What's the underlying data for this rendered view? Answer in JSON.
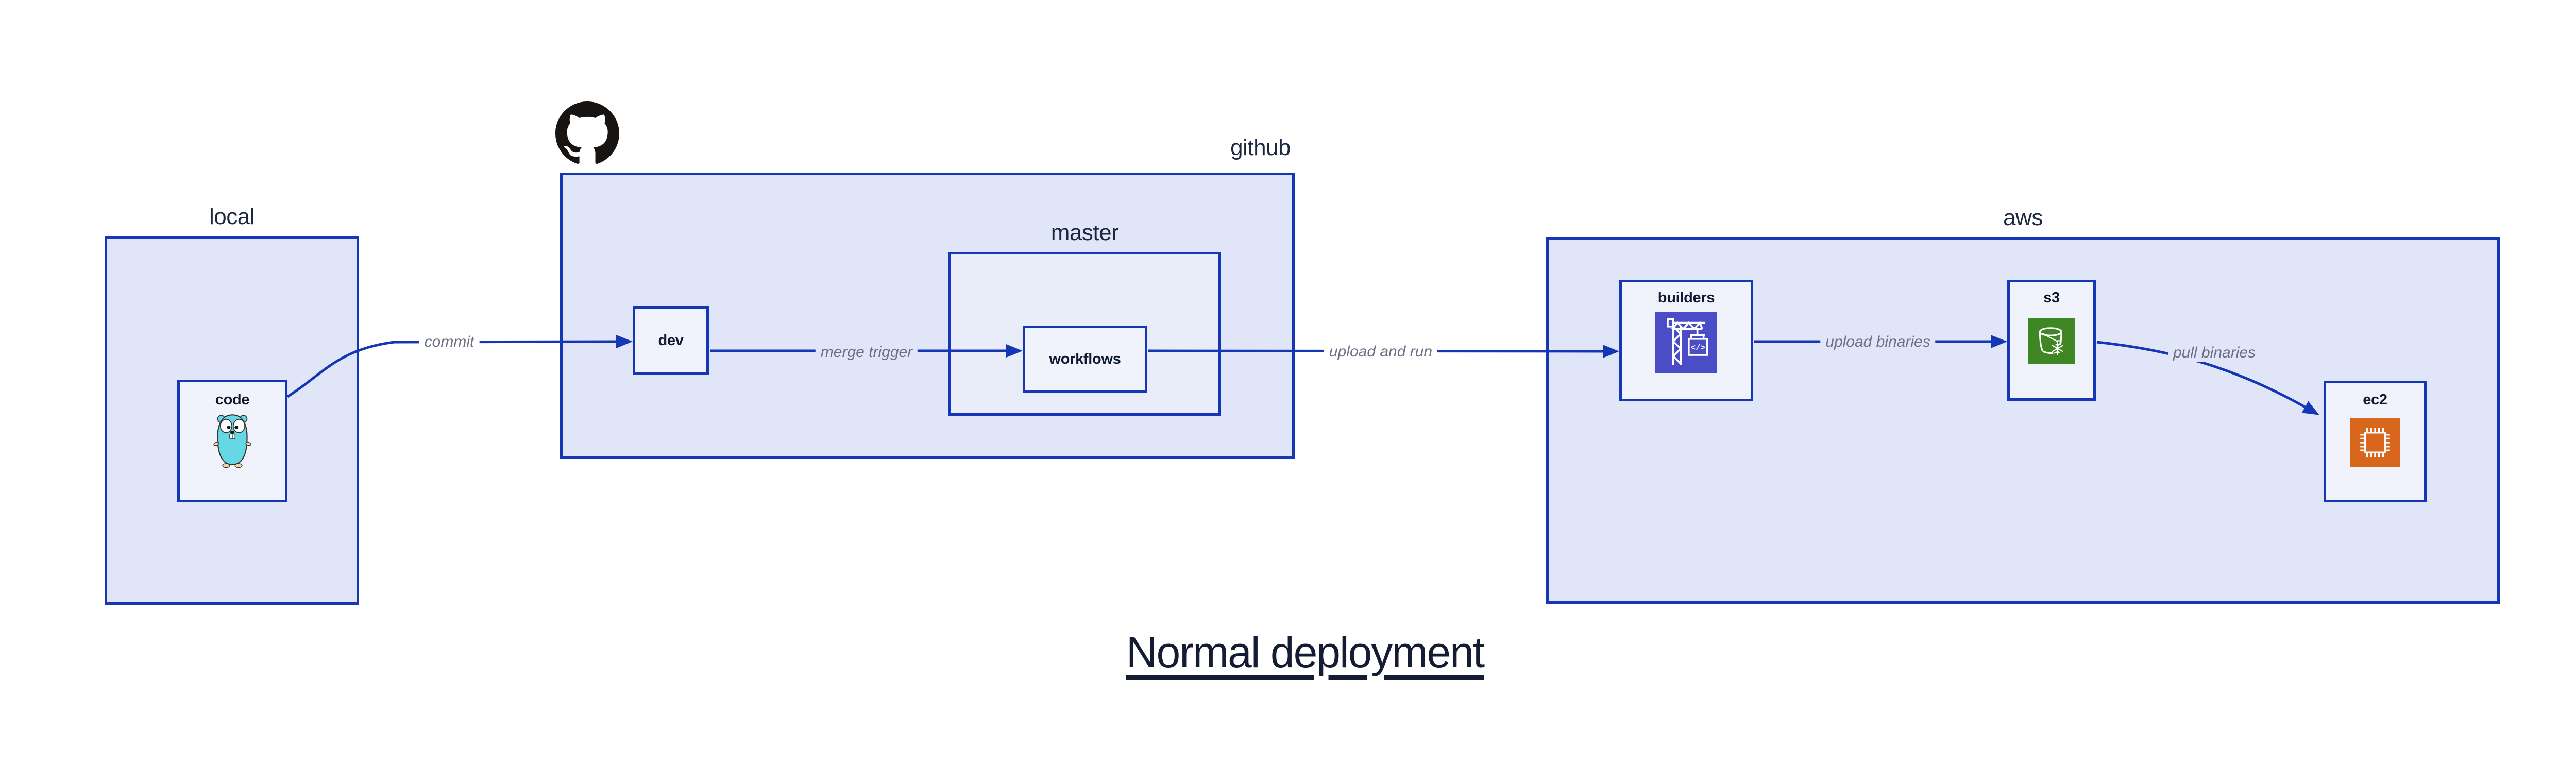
{
  "title": "Normal deployment",
  "zones": {
    "local": {
      "label": "local"
    },
    "github": {
      "label": "github"
    },
    "master": {
      "label": "master"
    },
    "aws": {
      "label": "aws"
    }
  },
  "nodes": {
    "code": {
      "label": "code",
      "icon": "go-gopher-icon"
    },
    "dev": {
      "label": "dev"
    },
    "workflows": {
      "label": "workflows"
    },
    "builders": {
      "label": "builders",
      "icon": "codebuild-crane-icon",
      "icon_glyph": "</>",
      "icon_color": "#4a4dc6"
    },
    "s3": {
      "label": "s3",
      "icon": "s3-bucket-snowflake-icon",
      "icon_color": "#3f8624"
    },
    "ec2": {
      "label": "ec2",
      "icon": "ec2-chip-icon",
      "icon_color": "#d9661d"
    }
  },
  "edges": {
    "commit": {
      "label": "commit",
      "from": "code",
      "to": "dev"
    },
    "merge_trigger": {
      "label": "merge trigger",
      "from": "dev",
      "to": "workflows"
    },
    "upload_and_run": {
      "label": "upload and run",
      "from": "workflows",
      "to": "builders"
    },
    "upload_binaries": {
      "label": "upload binaries",
      "from": "builders",
      "to": "s3"
    },
    "pull_binaries": {
      "label": "pull binaries",
      "from": "s3",
      "to": "ec2"
    }
  },
  "logos": {
    "github": "github-octocat-logo"
  },
  "colors": {
    "border_blue": "#1537b5",
    "arrow_blue": "#1537b5",
    "zone_fill": "#e0e6f8",
    "master_fill": "#e9edfa",
    "node_fill": "#f0f3fc",
    "edge_label_gray": "#6b7183",
    "text_navy": "#1c2742",
    "gopher_teal": "#66d7e4",
    "codebuild_indigo": "#4a4dc6",
    "s3_green": "#3f8624",
    "ec2_orange": "#d9661d",
    "github_black": "#181411"
  }
}
